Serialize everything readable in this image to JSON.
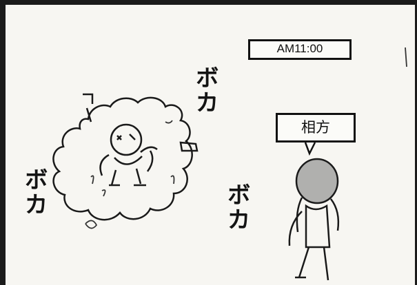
{
  "panel": {
    "time_caption": "AM11:00",
    "speech_text": "相方",
    "sound_effects": [
      "ボカ",
      "ボカ",
      "ボカ"
    ]
  },
  "colors": {
    "ink": "#111111",
    "paper": "#f7f6f2"
  }
}
